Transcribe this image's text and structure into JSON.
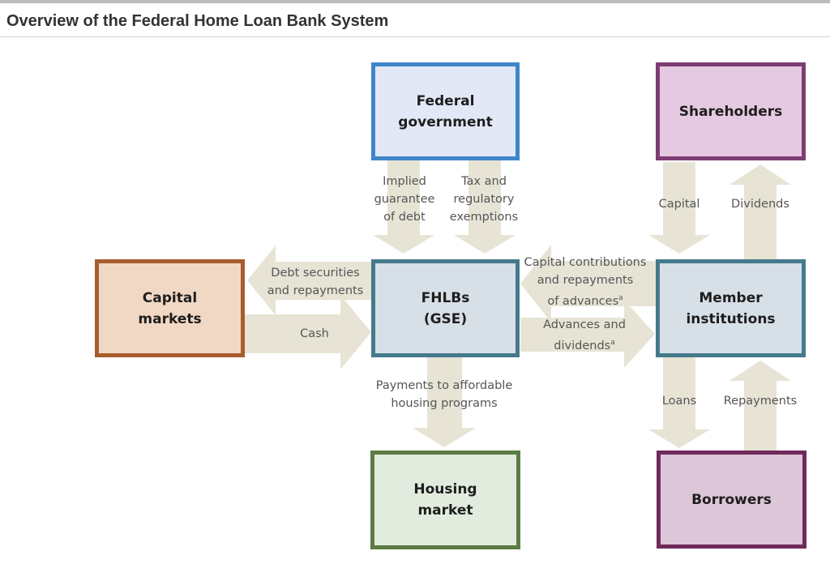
{
  "title": "Overview of the Federal Home Loan Bank System",
  "colors": {
    "arrow": "#e7e4d6",
    "federal_border": "#3f86c9",
    "federal_fill": "#e3e8f6",
    "fhlb_border": "#457a8c",
    "fhlb_fill": "#d7dfe7",
    "capital_border": "#a75d2e",
    "capital_fill": "#f1d8c4",
    "housing_border": "#5b7c45",
    "housing_fill": "#e1ecdf",
    "member_border": "#457a8c",
    "member_fill": "#d7dfe7",
    "shareholders_border": "#7c3d72",
    "shareholders_fill": "#e5c9e0",
    "borrowers_border": "#6f2a5b",
    "borrowers_fill": "#ddc6d8"
  },
  "nodes": {
    "federal_government": [
      "Federal",
      "government"
    ],
    "fhlbs": [
      "FHLBs",
      "(GSE)"
    ],
    "capital_markets": [
      "Capital",
      "markets"
    ],
    "housing_market": [
      "Housing",
      "market"
    ],
    "member_institutions": [
      "Member",
      "institutions"
    ],
    "shareholders": [
      "Shareholders"
    ],
    "borrowers": [
      "Borrowers"
    ]
  },
  "edges": {
    "implied_guarantee": [
      "Implied",
      "guarantee",
      "of debt"
    ],
    "tax_exemptions": [
      "Tax and",
      "regulatory",
      "exemptions"
    ],
    "debt_securities": [
      "Debt securities",
      "and repayments"
    ],
    "cash": [
      "Cash"
    ],
    "capital_contributions": [
      "Capital contributions",
      "and repayments",
      "of advances"
    ],
    "capital_contributions_note": "a",
    "advances_dividends": [
      "Advances and",
      "dividends"
    ],
    "advances_dividends_note": "a",
    "affordable_housing": [
      "Payments to affordable",
      "housing programs"
    ],
    "capital": [
      "Capital"
    ],
    "dividends": [
      "Dividends"
    ],
    "loans": [
      "Loans"
    ],
    "repayments": [
      "Repayments"
    ]
  }
}
